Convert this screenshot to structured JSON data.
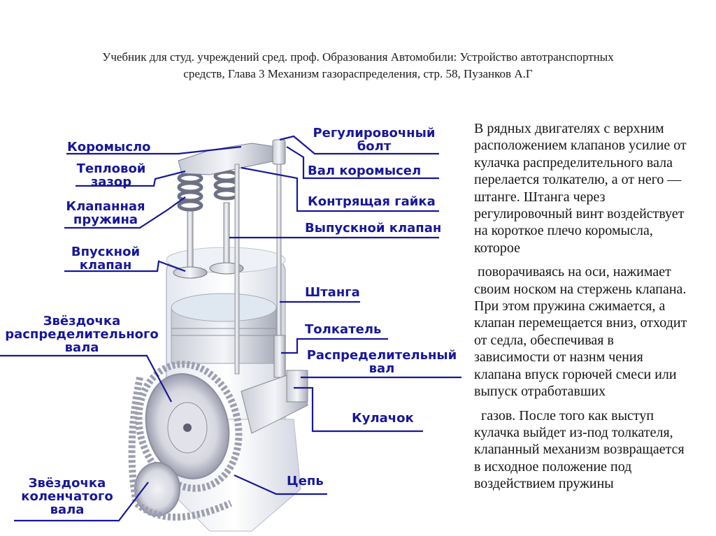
{
  "citation": {
    "line1": "Учебник для студ. учреждений сред. проф. Образования Автомобили: Устройство автотранспортных",
    "line2": "средств, Глава 3 Механизм газораспределения, стр. 58,  Пузанков А.Г"
  },
  "diagram": {
    "label_color": "#17179a",
    "labels": {
      "rocker_arm": "Коромысло",
      "thermal_gap_1": "Тепловой",
      "thermal_gap_2": "зазор",
      "valve_spring_1": "Клапанная",
      "valve_spring_2": "пружина",
      "intake_valve_1": "Впускной",
      "intake_valve_2": "клапан",
      "cam_sprocket_1": "Звёздочка",
      "cam_sprocket_2": "распределительного",
      "cam_sprocket_3": "вала",
      "crank_sprocket_1": "Звёздочка",
      "crank_sprocket_2": "коленчатого",
      "crank_sprocket_3": "вала",
      "adjusting_bolt_1": "Регулировочный",
      "adjusting_bolt_2": "болт",
      "rocker_shaft": "Вал коромысел",
      "lock_nut": "Контрящая гайка",
      "exhaust_valve": "Выпускной клапан",
      "pushrod": "Штанга",
      "tappet": "Толкатель",
      "camshaft_1": "Распределительный",
      "camshaft_2": "вал",
      "cam": "Кулачок",
      "chain": "Цепь"
    }
  },
  "text": {
    "p1": [
      "В рядных двигателях с верхним",
      "расположением клапанов усилие от",
      "кулачка распределительного вала",
      "перелается толкателю, а от него —",
      "штанге. Штанга через",
      "регулировочный винт воздействует",
      "на короткое плечо коромысла,",
      "которое"
    ],
    "p2": [
      " поворачиваясь на оси, нажимает",
      "своим носком на стержень клапана.",
      "При этом пружина сжимается, а",
      "клапан перемещается вниз, отходит",
      "от седла, обеспечивая в",
      "зависимости от назнм чения",
      "клапана впуск горючей смеси или",
      "выпуск отработавших"
    ],
    "p3": [
      "  газов. После того как выступ",
      "кулачка выйдет из-под толкателя,",
      "клапанный механизм возвращается",
      "в исходное положение под",
      "воздействием пружины"
    ]
  }
}
